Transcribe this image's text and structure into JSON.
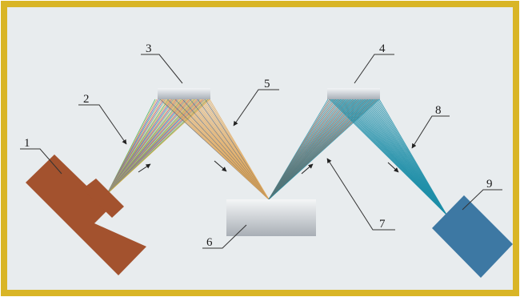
{
  "colors": {
    "frame": "#d9b526",
    "background": "#e8ecee",
    "source": "#a3522e",
    "detector": "#3d78a3",
    "optics": "#c4c9cf",
    "beam_mixed": [
      "#3fae5c",
      "#e0a030",
      "#8c4a9e",
      "#2a9fb0",
      "#d4a060",
      "#c84a5a",
      "#4aa3b8",
      "#e8c070"
    ],
    "beam_warm": "#e2a85a",
    "beam_cool": "#1f8fa8",
    "beam_dark": "#6d6a64",
    "label_line": "#333333"
  },
  "parts": [
    {
      "id": "1",
      "label": "1",
      "element": "light-source"
    },
    {
      "id": "2",
      "label": "2",
      "element": "incident-beam"
    },
    {
      "id": "3",
      "label": "3",
      "element": "mirror"
    },
    {
      "id": "4",
      "label": "4",
      "element": "mirror"
    },
    {
      "id": "5",
      "label": "5",
      "element": "reflected-beam"
    },
    {
      "id": "6",
      "label": "6",
      "element": "sample"
    },
    {
      "id": "7",
      "label": "7",
      "element": "scattered-beam"
    },
    {
      "id": "8",
      "label": "8",
      "element": "output-beam"
    },
    {
      "id": "9",
      "label": "9",
      "element": "detector"
    }
  ]
}
